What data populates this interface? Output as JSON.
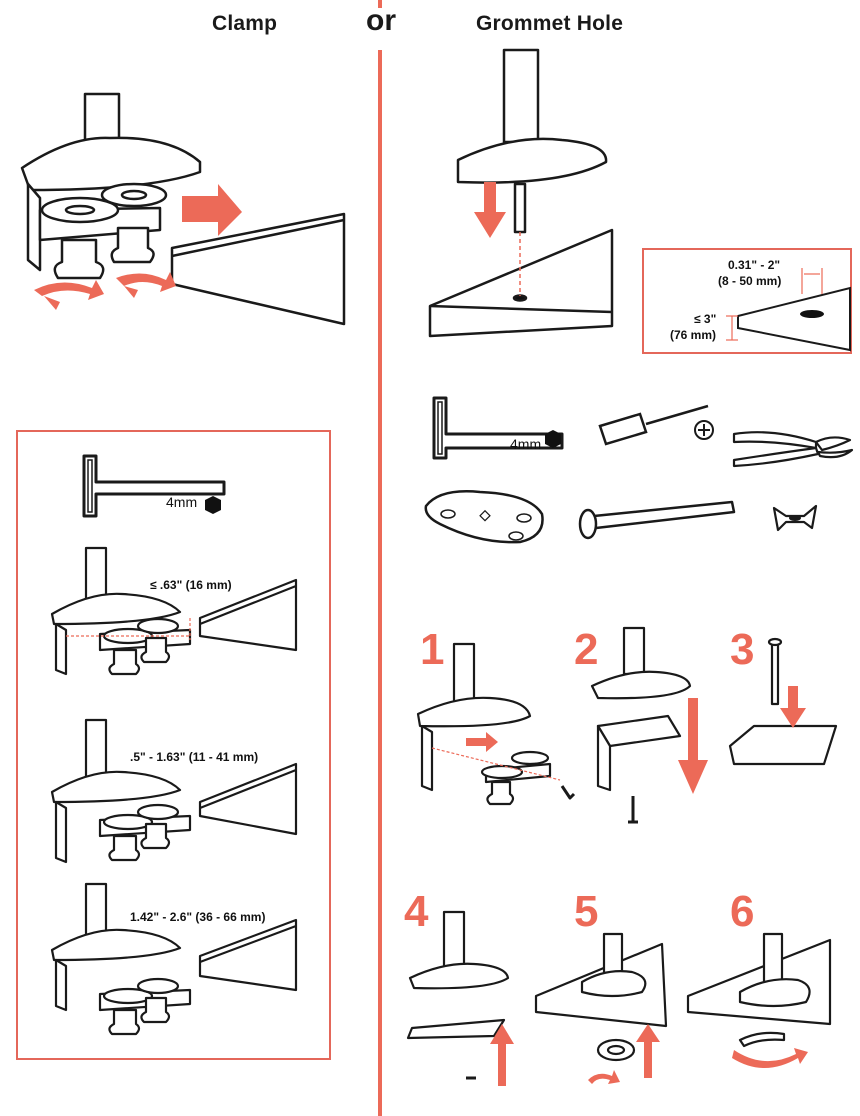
{
  "header": {
    "clamp_title": "Clamp",
    "or_label": "or",
    "grommet_title": "Grommet Hole"
  },
  "grommet_spec": {
    "hole_range": "0.31\" - 2\"",
    "hole_range_mm": "(8 - 50 mm)",
    "thickness": "≤ 3\"",
    "thickness_mm": "(76 mm)"
  },
  "tools": {
    "hex_key_size": "4mm"
  },
  "clamp_panel": {
    "hex_key_size": "4mm",
    "ranges": [
      {
        "label": "≤ .63\" (16 mm)"
      },
      {
        "label": ".5\" - 1.63\" (11 - 41 mm)"
      },
      {
        "label": "1.42\" - 2.6\" (36 - 66 mm)"
      }
    ]
  },
  "steps": [
    "1",
    "2",
    "3",
    "4",
    "5",
    "6"
  ],
  "colors": {
    "accent": "#ec6a58",
    "line": "#1a1a1a"
  }
}
